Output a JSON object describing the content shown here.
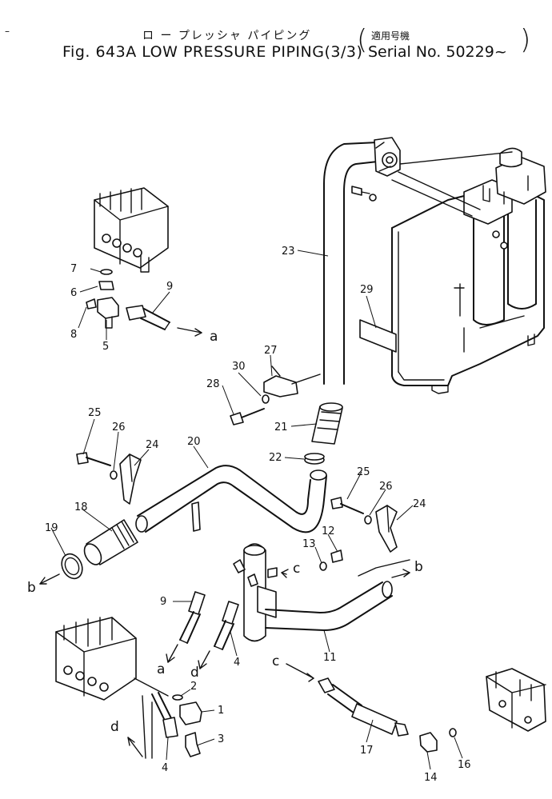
{
  "header": {
    "title_jp": "ロ ー プレッシャ パイピング",
    "title_en": "Fig. 643A LOW PRESSURE PIPING(3/3)",
    "serial_jp": "適用号機",
    "serial": "Serial No. 50229~"
  },
  "part_labels": {
    "p1": "1",
    "p2": "2",
    "p3": "3",
    "p4a": "4",
    "p4b": "4",
    "p5": "5",
    "p6": "6",
    "p7": "7",
    "p8": "8",
    "p9a": "9",
    "p9b": "9",
    "p11": "11",
    "p12": "12",
    "p13": "13",
    "p14": "14",
    "p16": "16",
    "p17": "17",
    "p18": "18",
    "p19": "19",
    "p20": "20",
    "p21": "21",
    "p22": "22",
    "p23": "23",
    "p24a": "24",
    "p24b": "24",
    "p25a": "25",
    "p25b": "25",
    "p26a": "26",
    "p26b": "26",
    "p27": "27",
    "p28": "28",
    "p29": "29",
    "p30": "30"
  },
  "connection_labels": {
    "a_top": "a",
    "a_bottom": "a",
    "b_left": "b",
    "b_right": "b",
    "c_mid": "c",
    "c_bottom": "c",
    "d_mid": "d",
    "d_bottom": "d"
  }
}
